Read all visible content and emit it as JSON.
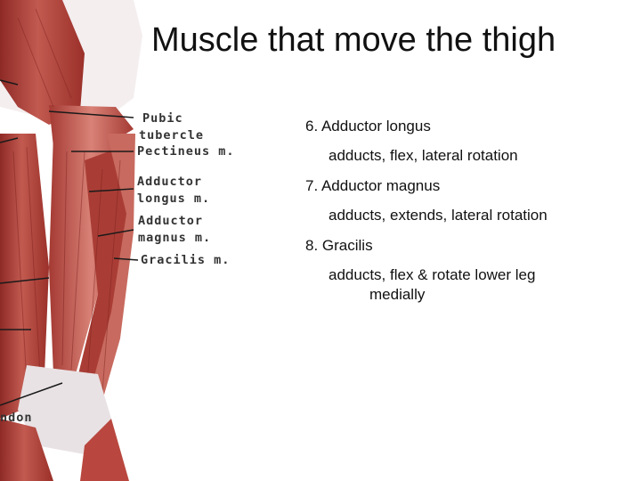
{
  "slide": {
    "title": "Muscle that move the thigh"
  },
  "figure_labels": {
    "pubic_tubercle_line1": "Pubic",
    "pubic_tubercle_line2": "tubercle",
    "pectineus": "Pectineus m.",
    "adductor_longus_line1": "Adductor",
    "adductor_longus_line2": "longus m.",
    "adductor_magnus_line1": "Adductor",
    "adductor_magnus_line2": "magnus m.",
    "gracilis": "Gracilis m.",
    "tendon_fragment": "ndon"
  },
  "muscles": [
    {
      "name": "6. Adductor longus",
      "action": "adducts, flex, lateral rotation"
    },
    {
      "name": "7. Adductor magnus",
      "action": "adducts, extends, lateral rotation"
    },
    {
      "name": "8. Gracilis",
      "action_line1": "adducts, flex & rotate lower leg",
      "action_line2": "medially"
    }
  ],
  "colors": {
    "muscle_dark": "#8e2a26",
    "muscle_mid": "#b9473f",
    "muscle_light": "#d98277",
    "tendon": "#e9e2e4",
    "leader_line": "#1a1a1a"
  }
}
